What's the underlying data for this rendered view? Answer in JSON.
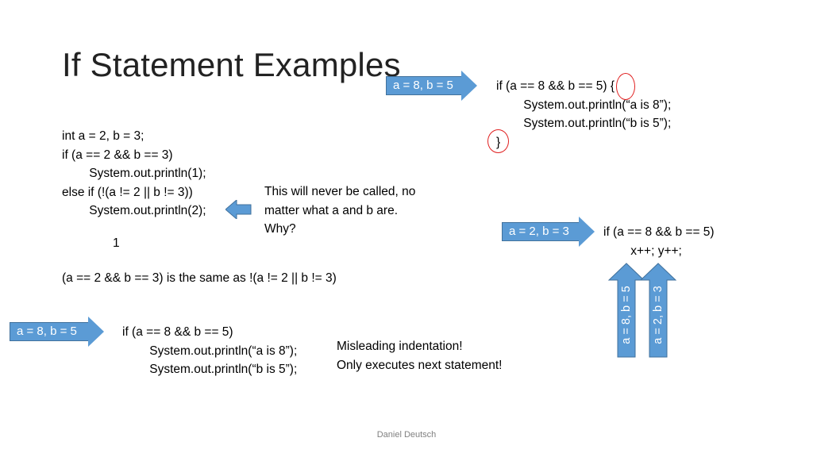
{
  "slide": {
    "title": "If Statement Examples",
    "footer": "Daniel Deutsch"
  },
  "colors": {
    "arrow_fill": "#5b9bd5",
    "arrow_border": "#41719c",
    "circle": "#e02020"
  },
  "example1": {
    "code_lines": [
      "int a = 2, b = 3;",
      "if (a == 2 && b == 3)",
      "    System.out.println(1);",
      "else if (!(a != 2 || b != 3))",
      "    System.out.println(2);"
    ],
    "output": "1",
    "note": "This will never be called, no matter what a and b are. Why?",
    "equivalence": "(a == 2 && b == 3) is the same as !(a != 2 || b != 3)"
  },
  "example2": {
    "arrow_label": "a = 8, b = 5",
    "code_lines": [
      "if (a == 8 && b == 5)",
      "    System.out.println(“a is 8”);",
      "    System.out.println(“b is 5”);"
    ],
    "note_line1": "Misleading indentation!",
    "note_line2": "Only executes next statement!"
  },
  "example3": {
    "arrow_label": "a = 8, b = 5",
    "code_line1": "if (a == 8 && b == 5) {",
    "code_line2": "    System.out.println(“a is 8”);",
    "code_line3": "    System.out.println(“b is 5”);",
    "code_line4": "}"
  },
  "example4": {
    "arrow_label": "a = 2, b = 3",
    "code_lines": [
      "if (a == 8 && b == 5)",
      "    x++; y++;"
    ],
    "up_arrow_1": "a = 8, b = 5",
    "up_arrow_2": "a = 2, b = 3"
  }
}
